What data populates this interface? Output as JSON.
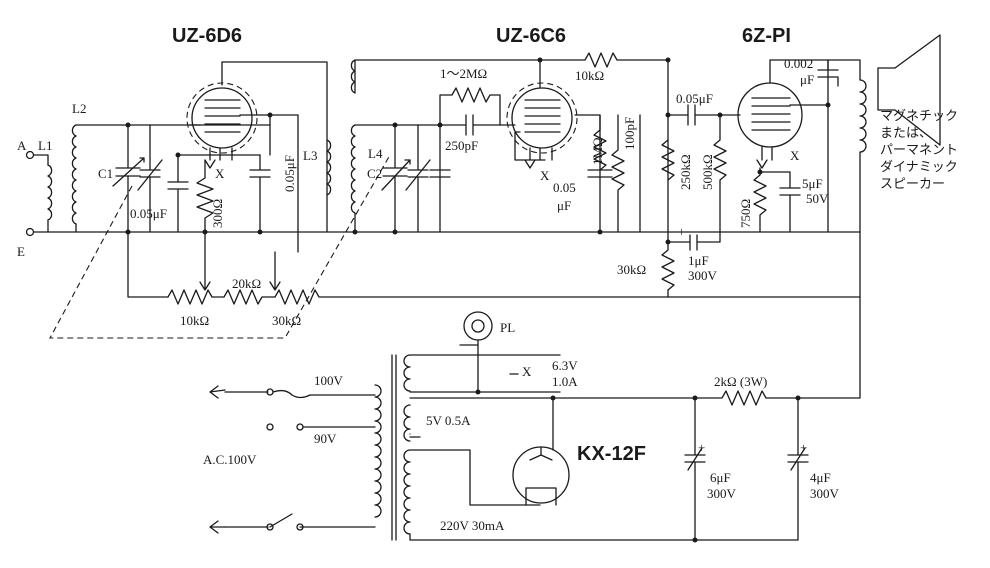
{
  "tubes": {
    "t1": "UZ-6D6",
    "t2": "UZ-6C6",
    "t3": "6Z-PI",
    "rect": "KX-12F"
  },
  "labels": {
    "ant": "A",
    "gnd": "E",
    "l1": "L1",
    "l2": "L2",
    "l3": "L3",
    "l4": "L4",
    "c1": "C1",
    "c2": "C2",
    "c005uf_a": "0.05μF",
    "x1": "X",
    "r300": "300Ω",
    "c005uf_b": "0.05μF",
    "r20k": "20kΩ",
    "r10k_a": "10kΩ",
    "r30k_a": "30kΩ",
    "r1_2m": "1～2MΩ",
    "c250p": "250pF",
    "x2": "X",
    "c005uf_c1": "0.05",
    "c005uf_c2": "μF",
    "r1m": "1MΩ",
    "c100p": "100pF",
    "r10k_b": "10kΩ",
    "c005uf_d": "0.05μF",
    "r250k": "250kΩ",
    "r500k": "500kΩ",
    "r750": "750Ω",
    "c0002_1": "0.002",
    "c0002_2": "μF",
    "x3": "X",
    "c5uf_1": "5μF",
    "c5uf_2": "50V",
    "r30k_b": "30kΩ",
    "c1uf_1": "1μF",
    "c1uf_2": "300V",
    "pl": "PL",
    "v63": "6.3V",
    "a10": "1.0A",
    "x4": "X",
    "v100": "100V",
    "v90": "90V",
    "ac": "A.C.100V",
    "v5": "5V  0.5A",
    "v220": "220V  30mA",
    "r2k": "2kΩ  (3W)",
    "c6uf_1": "6μF",
    "c6uf_2": "300V",
    "c4uf_1": "4μF",
    "c4uf_2": "300V"
  },
  "speaker_note": [
    "マグネチック",
    "または、",
    "パーマネント",
    "ダイナミック",
    "スピーカー"
  ]
}
